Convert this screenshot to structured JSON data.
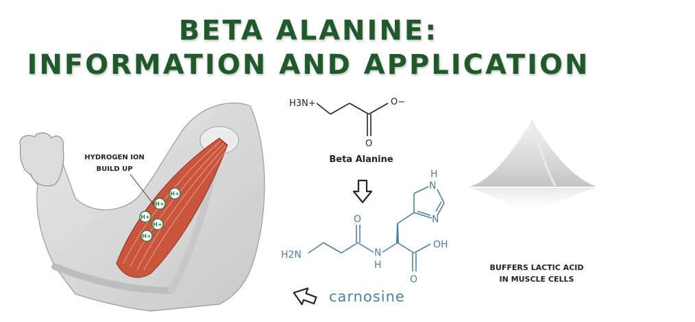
{
  "header": {
    "title_line1": "BETA ALANINE:",
    "title_line2": "INFORMATION AND APPLICATION"
  },
  "arm_panel": {
    "label_line1": "HYDROGEN ION",
    "label_line2": "BUILD UP",
    "ion_symbol": "H+"
  },
  "beta_alanine": {
    "name": "Beta Alanine",
    "amine_group": "H3N+",
    "carboxylate": "O−",
    "carbonyl_o": "O"
  },
  "carnosine": {
    "name": "carnosine",
    "amine": "H2N",
    "amide_n": "N",
    "amide_h": "H",
    "oh": "OH",
    "carbonyl_o": "O",
    "carboxyl_o": "O",
    "ring_nh_n": "N",
    "ring_nh_h": "H",
    "ring_n": "N"
  },
  "powder_panel": {
    "label_line1": "BUFFERS LACTIC ACID",
    "label_line2": "IN MUSCLE CELLS"
  },
  "colors": {
    "title_green": "#1f5a2b",
    "carnosine_blue": "#4a7fa6",
    "muscle_red": "#c9553d",
    "ion_green": "#2e7d3a"
  }
}
